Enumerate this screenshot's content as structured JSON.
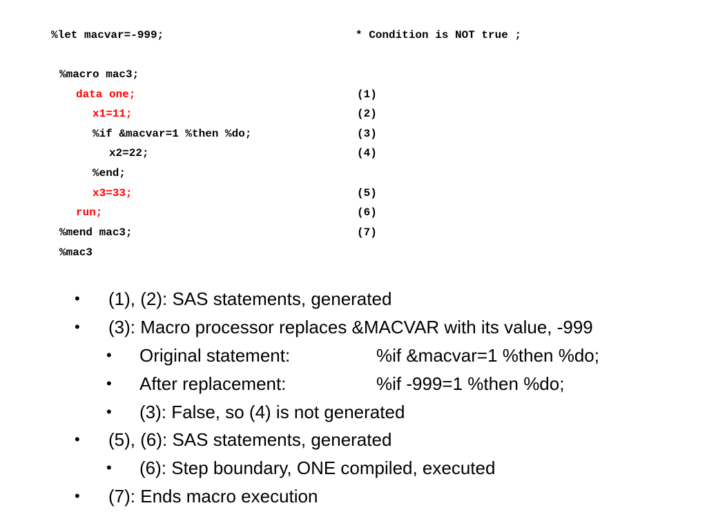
{
  "code": {
    "header_left": "%let macvar=-999;",
    "header_right": "* Condition is NOT true ;",
    "lines": [
      {
        "text": "%macro mac3;",
        "red": false,
        "ann": ""
      },
      {
        "text": "data one;",
        "red": true,
        "ann": "(1)"
      },
      {
        "text": "x1=11;",
        "red": true,
        "ann": "(2)"
      },
      {
        "text": "%if &macvar=1 %then %do;",
        "red": false,
        "ann": "(3)"
      },
      {
        "text": "x2=22;",
        "red": false,
        "ann": "(4)"
      },
      {
        "text": "%end;",
        "red": false,
        "ann": ""
      },
      {
        "text": "x3=33;",
        "red": true,
        "ann": "(5)"
      },
      {
        "text": "run;",
        "red": true,
        "ann": "(6)"
      },
      {
        "text": "%mend mac3;",
        "red": false,
        "ann": "(7)"
      },
      {
        "text": "%mac3",
        "red": false,
        "ann": ""
      }
    ]
  },
  "bullets": [
    {
      "level": 1,
      "text": "(1), (2): SAS statements, generated"
    },
    {
      "level": 1,
      "text": "(3): Macro processor replaces &MACVAR with its value, -999"
    },
    {
      "level": 2,
      "text": "Original statement:",
      "text2": "%if &macvar=1 %then %do;"
    },
    {
      "level": 2,
      "text": "After replacement:",
      "text2": "%if -999=1 %then %do;"
    },
    {
      "level": 2,
      "text": "(3): False, so (4) is not generated"
    },
    {
      "level": 1,
      "text": "(5), (6): SAS statements, generated"
    },
    {
      "level": 2,
      "text": "(6): Step boundary, ONE compiled, executed"
    },
    {
      "level": 1,
      "text": "(7): Ends macro execution"
    }
  ],
  "colors": {
    "highlight": "#ff0000",
    "text": "#000000"
  }
}
